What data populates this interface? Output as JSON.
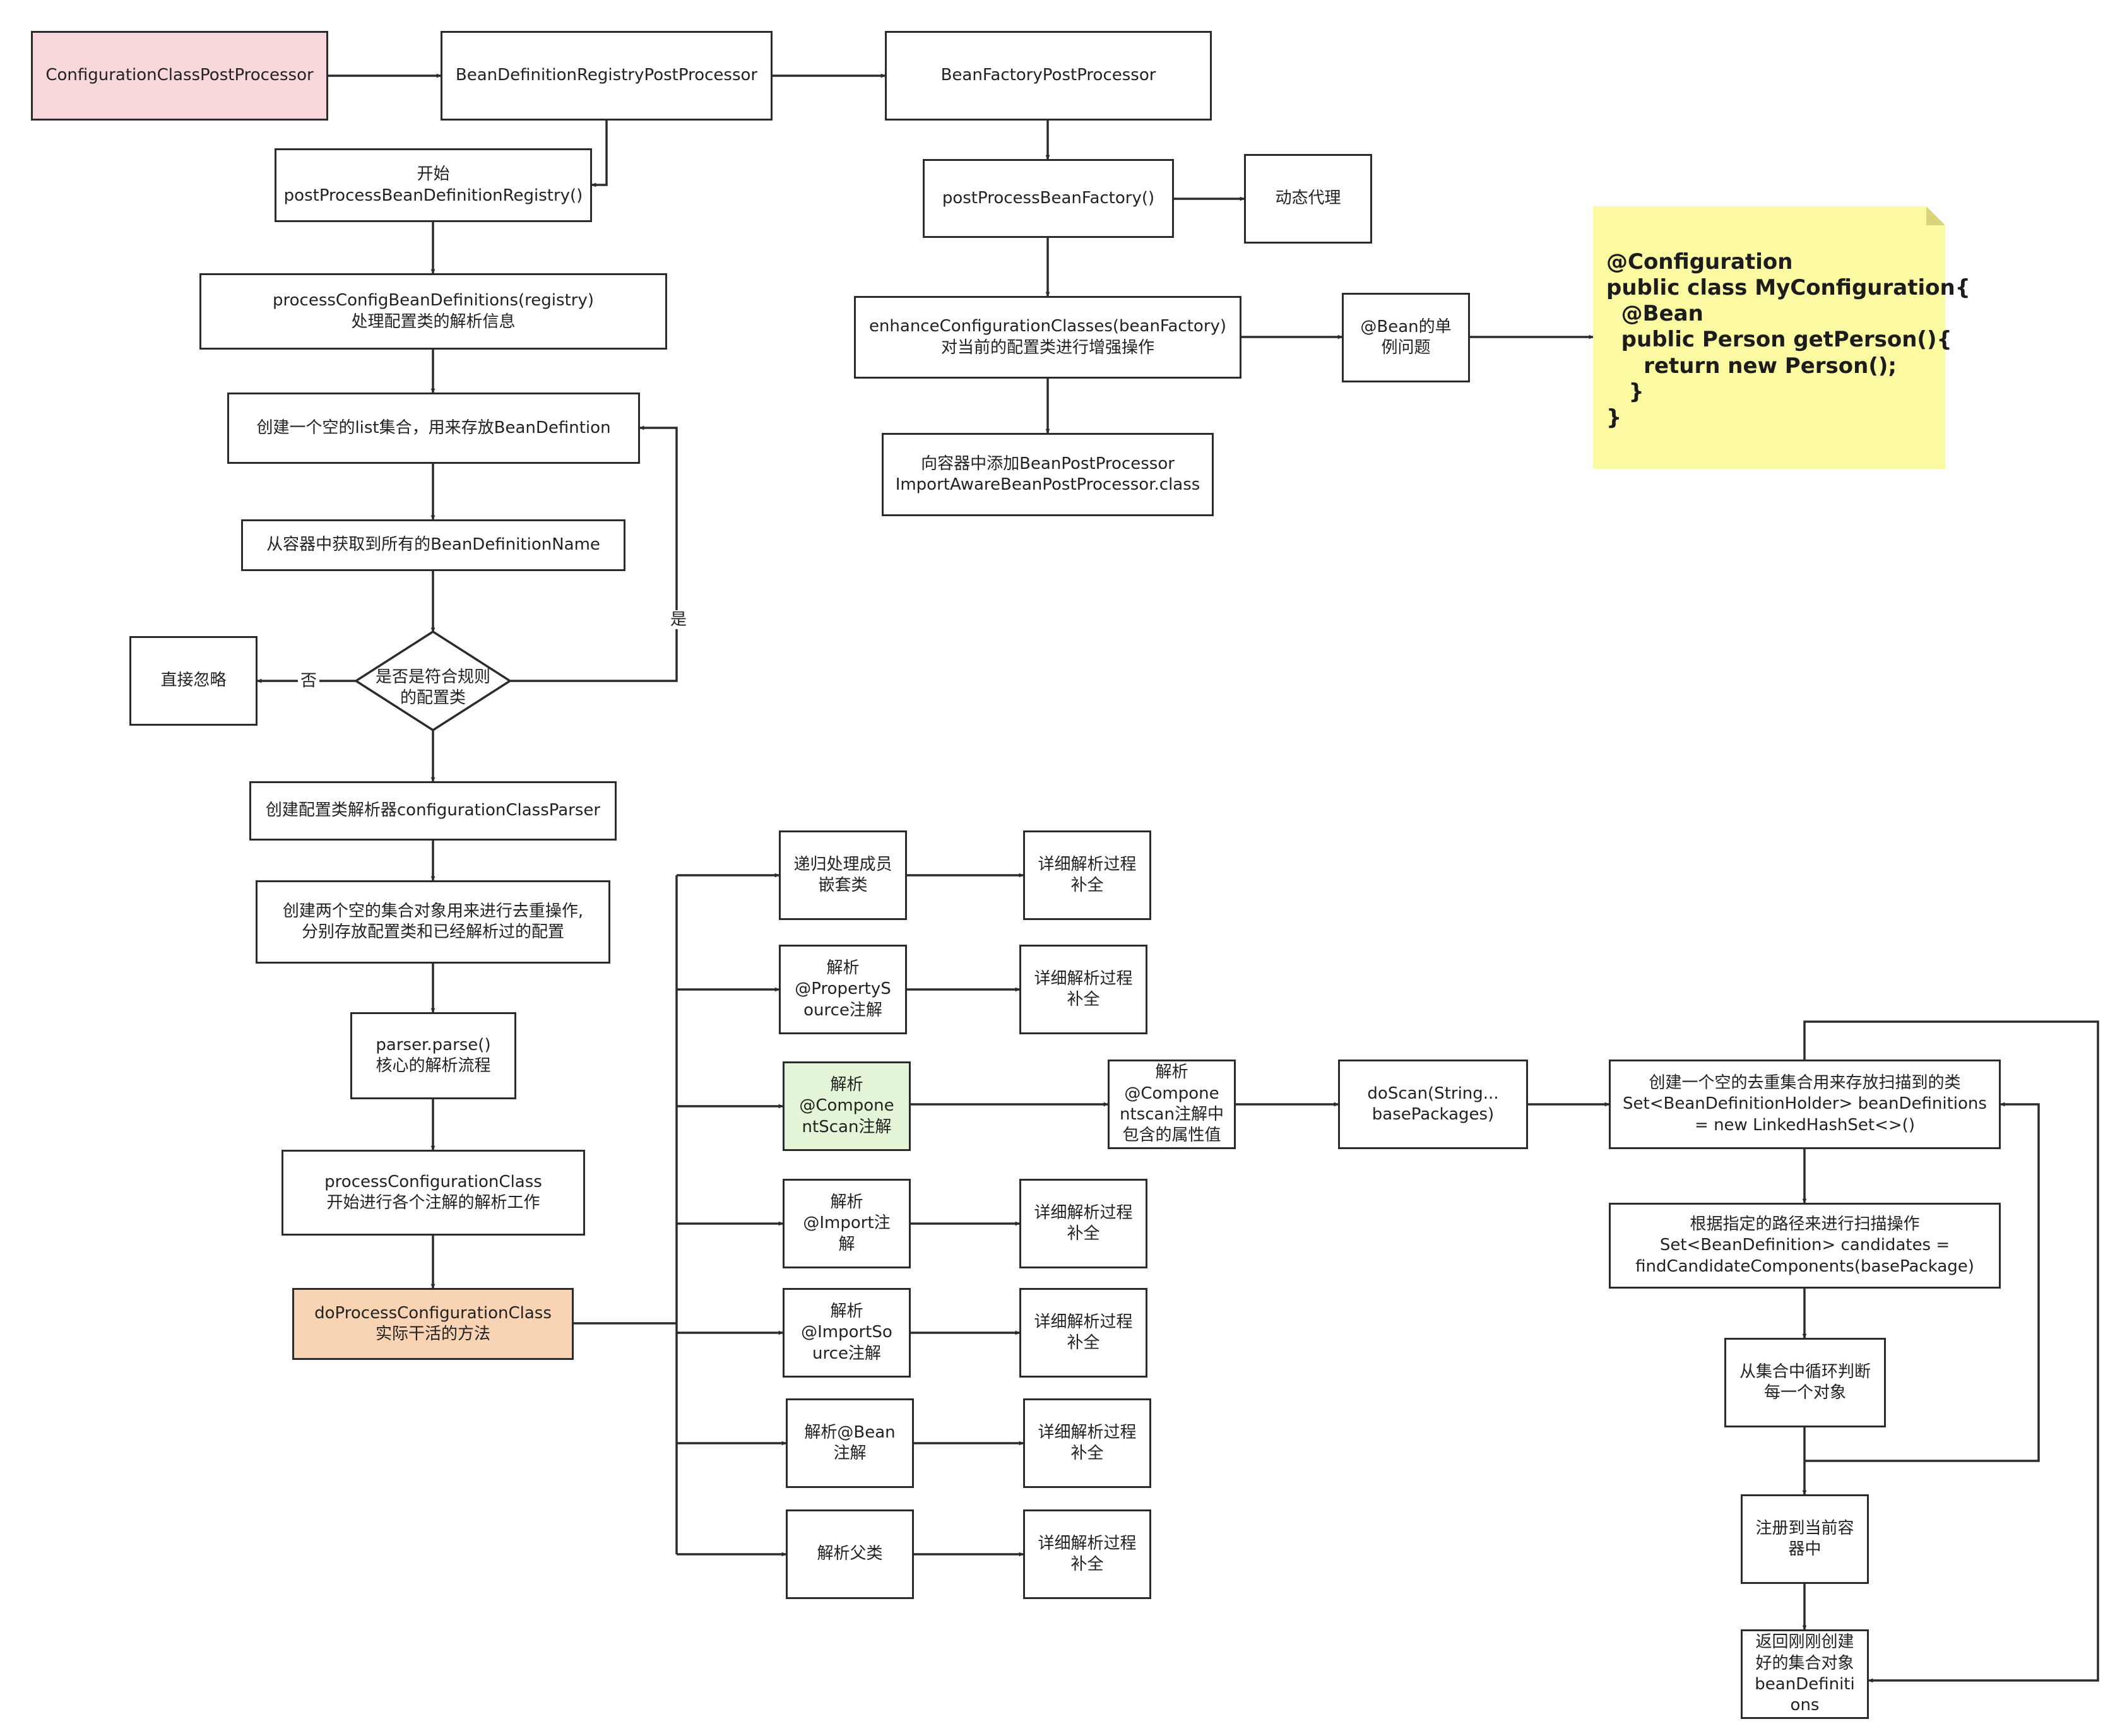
{
  "nodes": {
    "config_class_post_processor": "ConfigurationClassPostProcessor",
    "bdr_post_processor": "BeanDefinitionRegistryPostProcessor",
    "bf_post_processor": "BeanFactoryPostProcessor",
    "start_ppbdr": "开始\npostProcessBeanDefinitionRegistry()",
    "process_config_bd": "processConfigBeanDefinitions(registry)\n处理配置类的解析信息",
    "create_list": "创建一个空的list集合，用来存放BeanDefintion",
    "get_bd_names": "从容器中获取到所有的BeanDefinitionName",
    "decision": "是否是符合规则\n的配置类",
    "ignore": "直接忽略",
    "create_parser": "创建配置类解析器configurationClassParser",
    "create_two_sets": "创建两个空的集合对象用来进行去重操作,\n分别存放配置类和已经解析过的配置",
    "parser_parse": "parser.parse()\n核心的解析流程",
    "process_config_class": "processConfigurationClass\n开始进行各个注解的解析工作",
    "do_process_config_class": "doProcessConfigurationClass\n实际干活的方法",
    "ppbf": "postProcessBeanFactory()",
    "dynamic_proxy": "动态代理",
    "enhance": "enhanceConfigurationClasses(beanFactory)\n对当前的配置类进行增强操作",
    "bean_singleton": "@Bean的单\n例问题",
    "add_bpp": "向容器中添加BeanPostProcessor\nImportAwareBeanPostProcessor.class",
    "nested_classes": "递归处理成员\n嵌套类",
    "property_source": "解析\n@PropertyS\nource注解",
    "component_scan": "解析\n@Compone\nntScan注解",
    "import_anno": "解析\n@Import注\n解",
    "import_resource": "解析\n@ImportSo\nurce注解",
    "bean_anno": "解析@Bean\n注解",
    "parent_class": "解析父类",
    "detail_1": "详细解析过程\n补全",
    "detail_2": "详细解析过程\n补全",
    "detail_4": "详细解析过程\n补全",
    "detail_5": "详细解析过程\n补全",
    "detail_6": "详细解析过程\n补全",
    "detail_7": "详细解析过程\n补全",
    "parse_cs_attrs": "解析\n@Compone\nntscan注解中\n包含的属性值",
    "do_scan": "doScan(String...\nbasePackages)",
    "create_set": "创建一个空的去重集合用来存放扫描到的类\nSet<BeanDefinitionHolder> beanDefinitions\n= new LinkedHashSet<>()",
    "find_candidates": "根据指定的路径来进行扫描操作\nSet<BeanDefinition> candidates =\nfindCandidateComponents(basePackage)",
    "loop_judge": "从集合中循环判断\n每一个对象",
    "register": "注册到当前容\n器中",
    "return_set": "返回刚刚创建\n好的集合对象\nbeanDefiniti\nons"
  },
  "edge_labels": {
    "yes": "是",
    "no": "否"
  },
  "note": {
    "code": "@Configuration\npublic class MyConfiguration{\n  @Bean\n  public Person getPerson(){\n     return new Person();\n   }\n}"
  },
  "colors": {
    "line": "#2b2b2b",
    "start_fill": "#f8d7da",
    "core_method_fill": "#f8d3b4",
    "component_scan_fill": "#e3f4d7",
    "note_fill": "#fbf9a1"
  }
}
